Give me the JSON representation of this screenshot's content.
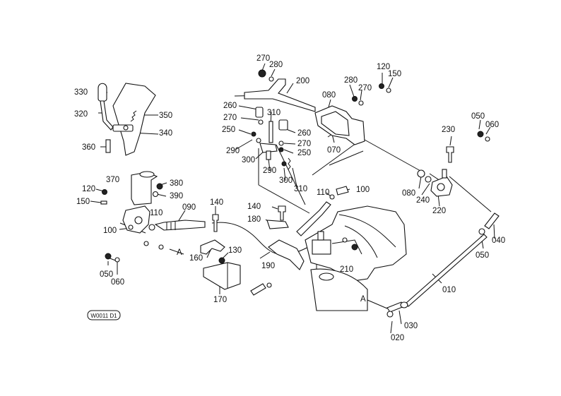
{
  "diagram_code": "W0011 D1",
  "callouts": [
    {
      "id": "c270a",
      "text": "270"
    },
    {
      "id": "c280a",
      "text": "280"
    },
    {
      "id": "c200",
      "text": "200"
    },
    {
      "id": "c280b",
      "text": "280"
    },
    {
      "id": "c270b",
      "text": "270"
    },
    {
      "id": "c080a",
      "text": "080"
    },
    {
      "id": "c120a",
      "text": "120"
    },
    {
      "id": "c150a",
      "text": "150"
    },
    {
      "id": "c330",
      "text": "330"
    },
    {
      "id": "c320",
      "text": "320"
    },
    {
      "id": "c350",
      "text": "350"
    },
    {
      "id": "c340",
      "text": "340"
    },
    {
      "id": "c360",
      "text": "360"
    },
    {
      "id": "c260a",
      "text": "260"
    },
    {
      "id": "c310a",
      "text": "310"
    },
    {
      "id": "c270c",
      "text": "270"
    },
    {
      "id": "c250a",
      "text": "250"
    },
    {
      "id": "c260b",
      "text": "260"
    },
    {
      "id": "c270d",
      "text": "270"
    },
    {
      "id": "c250b",
      "text": "250"
    },
    {
      "id": "c290a",
      "text": "290"
    },
    {
      "id": "c300a",
      "text": "300"
    },
    {
      "id": "c290b",
      "text": "290"
    },
    {
      "id": "c300b",
      "text": "300"
    },
    {
      "id": "c310b",
      "text": "310"
    },
    {
      "id": "c070",
      "text": "070"
    },
    {
      "id": "c050a",
      "text": "050"
    },
    {
      "id": "c060a",
      "text": "060"
    },
    {
      "id": "c230",
      "text": "230"
    },
    {
      "id": "c370",
      "text": "370"
    },
    {
      "id": "c380",
      "text": "380"
    },
    {
      "id": "c390",
      "text": "390"
    },
    {
      "id": "c120b",
      "text": "120"
    },
    {
      "id": "c150b",
      "text": "150"
    },
    {
      "id": "c110a",
      "text": "110"
    },
    {
      "id": "c100a",
      "text": "100"
    },
    {
      "id": "c090",
      "text": "090"
    },
    {
      "id": "c140a",
      "text": "140"
    },
    {
      "id": "c110b",
      "text": "110"
    },
    {
      "id": "c100b",
      "text": "100"
    },
    {
      "id": "c080b",
      "text": "080"
    },
    {
      "id": "c240",
      "text": "240"
    },
    {
      "id": "c220",
      "text": "220"
    },
    {
      "id": "c140b",
      "text": "140"
    },
    {
      "id": "c180",
      "text": "180"
    },
    {
      "id": "cA1",
      "text": "A"
    },
    {
      "id": "c050b",
      "text": "050"
    },
    {
      "id": "c060b",
      "text": "060"
    },
    {
      "id": "c160",
      "text": "160"
    },
    {
      "id": "c130",
      "text": "130"
    },
    {
      "id": "c170",
      "text": "170"
    },
    {
      "id": "c190",
      "text": "190"
    },
    {
      "id": "c210",
      "text": "210"
    },
    {
      "id": "c040",
      "text": "040"
    },
    {
      "id": "c050c",
      "text": "050"
    },
    {
      "id": "c010",
      "text": "010"
    },
    {
      "id": "cA2",
      "text": "A"
    },
    {
      "id": "c030",
      "text": "030"
    },
    {
      "id": "c020",
      "text": "020"
    }
  ]
}
